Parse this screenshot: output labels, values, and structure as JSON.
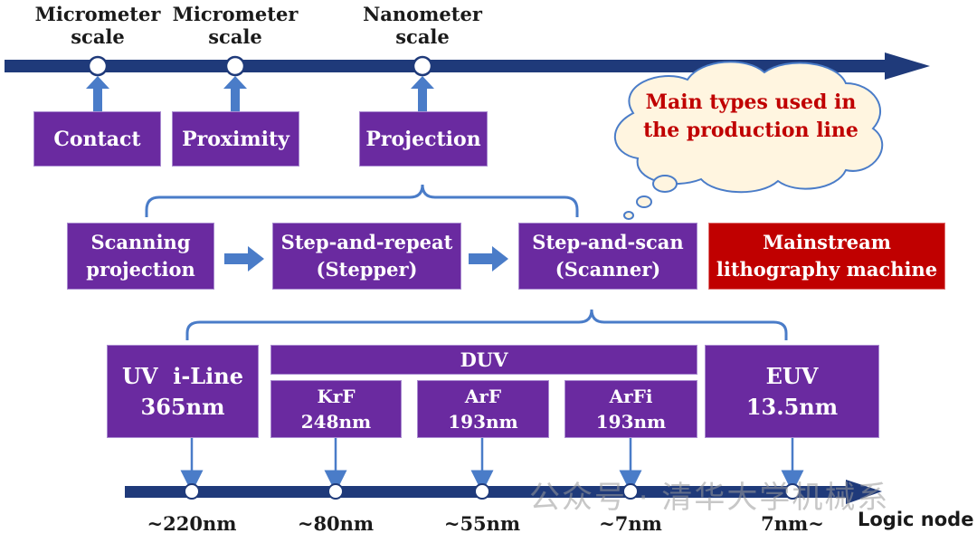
{
  "top_labels": [
    {
      "line1": "Micrometer",
      "line2": "scale"
    },
    {
      "line1": "Micrometer",
      "line2": "scale"
    },
    {
      "line1": "Nanometer",
      "line2": "scale"
    }
  ],
  "methods": [
    "Contact",
    "Proximity",
    "Projection"
  ],
  "cloud": {
    "line1": "Main types used",
    "line2": "in the production",
    "line3": "line"
  },
  "stages": [
    {
      "line1": "Scanning",
      "line2": "projection"
    },
    {
      "line1": "Step-and-repeat",
      "line2": "(Stepper)"
    },
    {
      "line1": "Step-and-scan",
      "line2": "(Scanner)"
    }
  ],
  "mainstream": {
    "line1": "Mainstream",
    "line2": "lithography machine"
  },
  "sources": {
    "uv": {
      "line1": "UV  i-Line",
      "line2": "365nm"
    },
    "duv_title": "DUV",
    "krf": {
      "line1": "KrF",
      "line2": "248nm"
    },
    "arf": {
      "line1": "ArF",
      "line2": "193nm"
    },
    "arfi": {
      "line1": "ArFi",
      "line2": "193nm"
    },
    "euv": {
      "line1": "EUV",
      "line2": "13.5nm"
    }
  },
  "nodes": [
    "~220nm",
    "~80nm",
    "~55nm",
    "~7nm",
    "7nm~"
  ],
  "axis_label": "Logic node",
  "watermark": "公众号 · 清华大学机械系",
  "colors": {
    "box": "#6a2aa0",
    "red": "#c00000",
    "axis": "#1f3a7a",
    "arrow": "#4a7cc8"
  }
}
